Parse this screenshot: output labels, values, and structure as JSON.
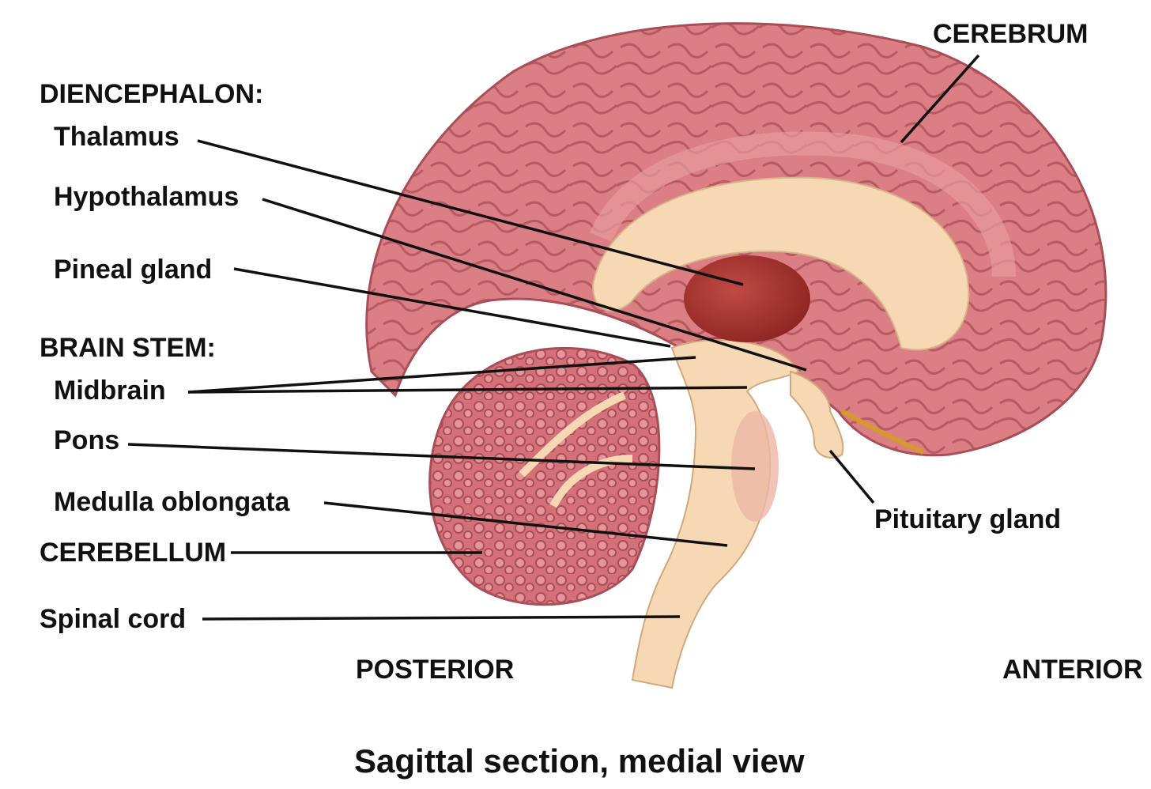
{
  "labels": {
    "diencephalon": "DIENCEPHALON:",
    "thalamus": "Thalamus",
    "hypothalamus": "Hypothalamus",
    "pineal": "Pineal gland",
    "brain_stem": "BRAIN STEM:",
    "midbrain": "Midbrain",
    "pons": "Pons",
    "medulla": "Medulla oblongata",
    "cerebellum": "CEREBELLUM",
    "spinal_cord": "Spinal cord",
    "cerebrum": "CEREBRUM",
    "pituitary": "Pituitary gland",
    "posterior": "POSTERIOR",
    "anterior": "ANTERIOR"
  },
  "caption": "Sagittal section, medial view",
  "colors": {
    "cortex": "#dc7f84",
    "cortex_dark": "#b85a62",
    "white_matter": "#f6d9b4",
    "thalamus": "#a8302c",
    "leader": "#111111"
  }
}
